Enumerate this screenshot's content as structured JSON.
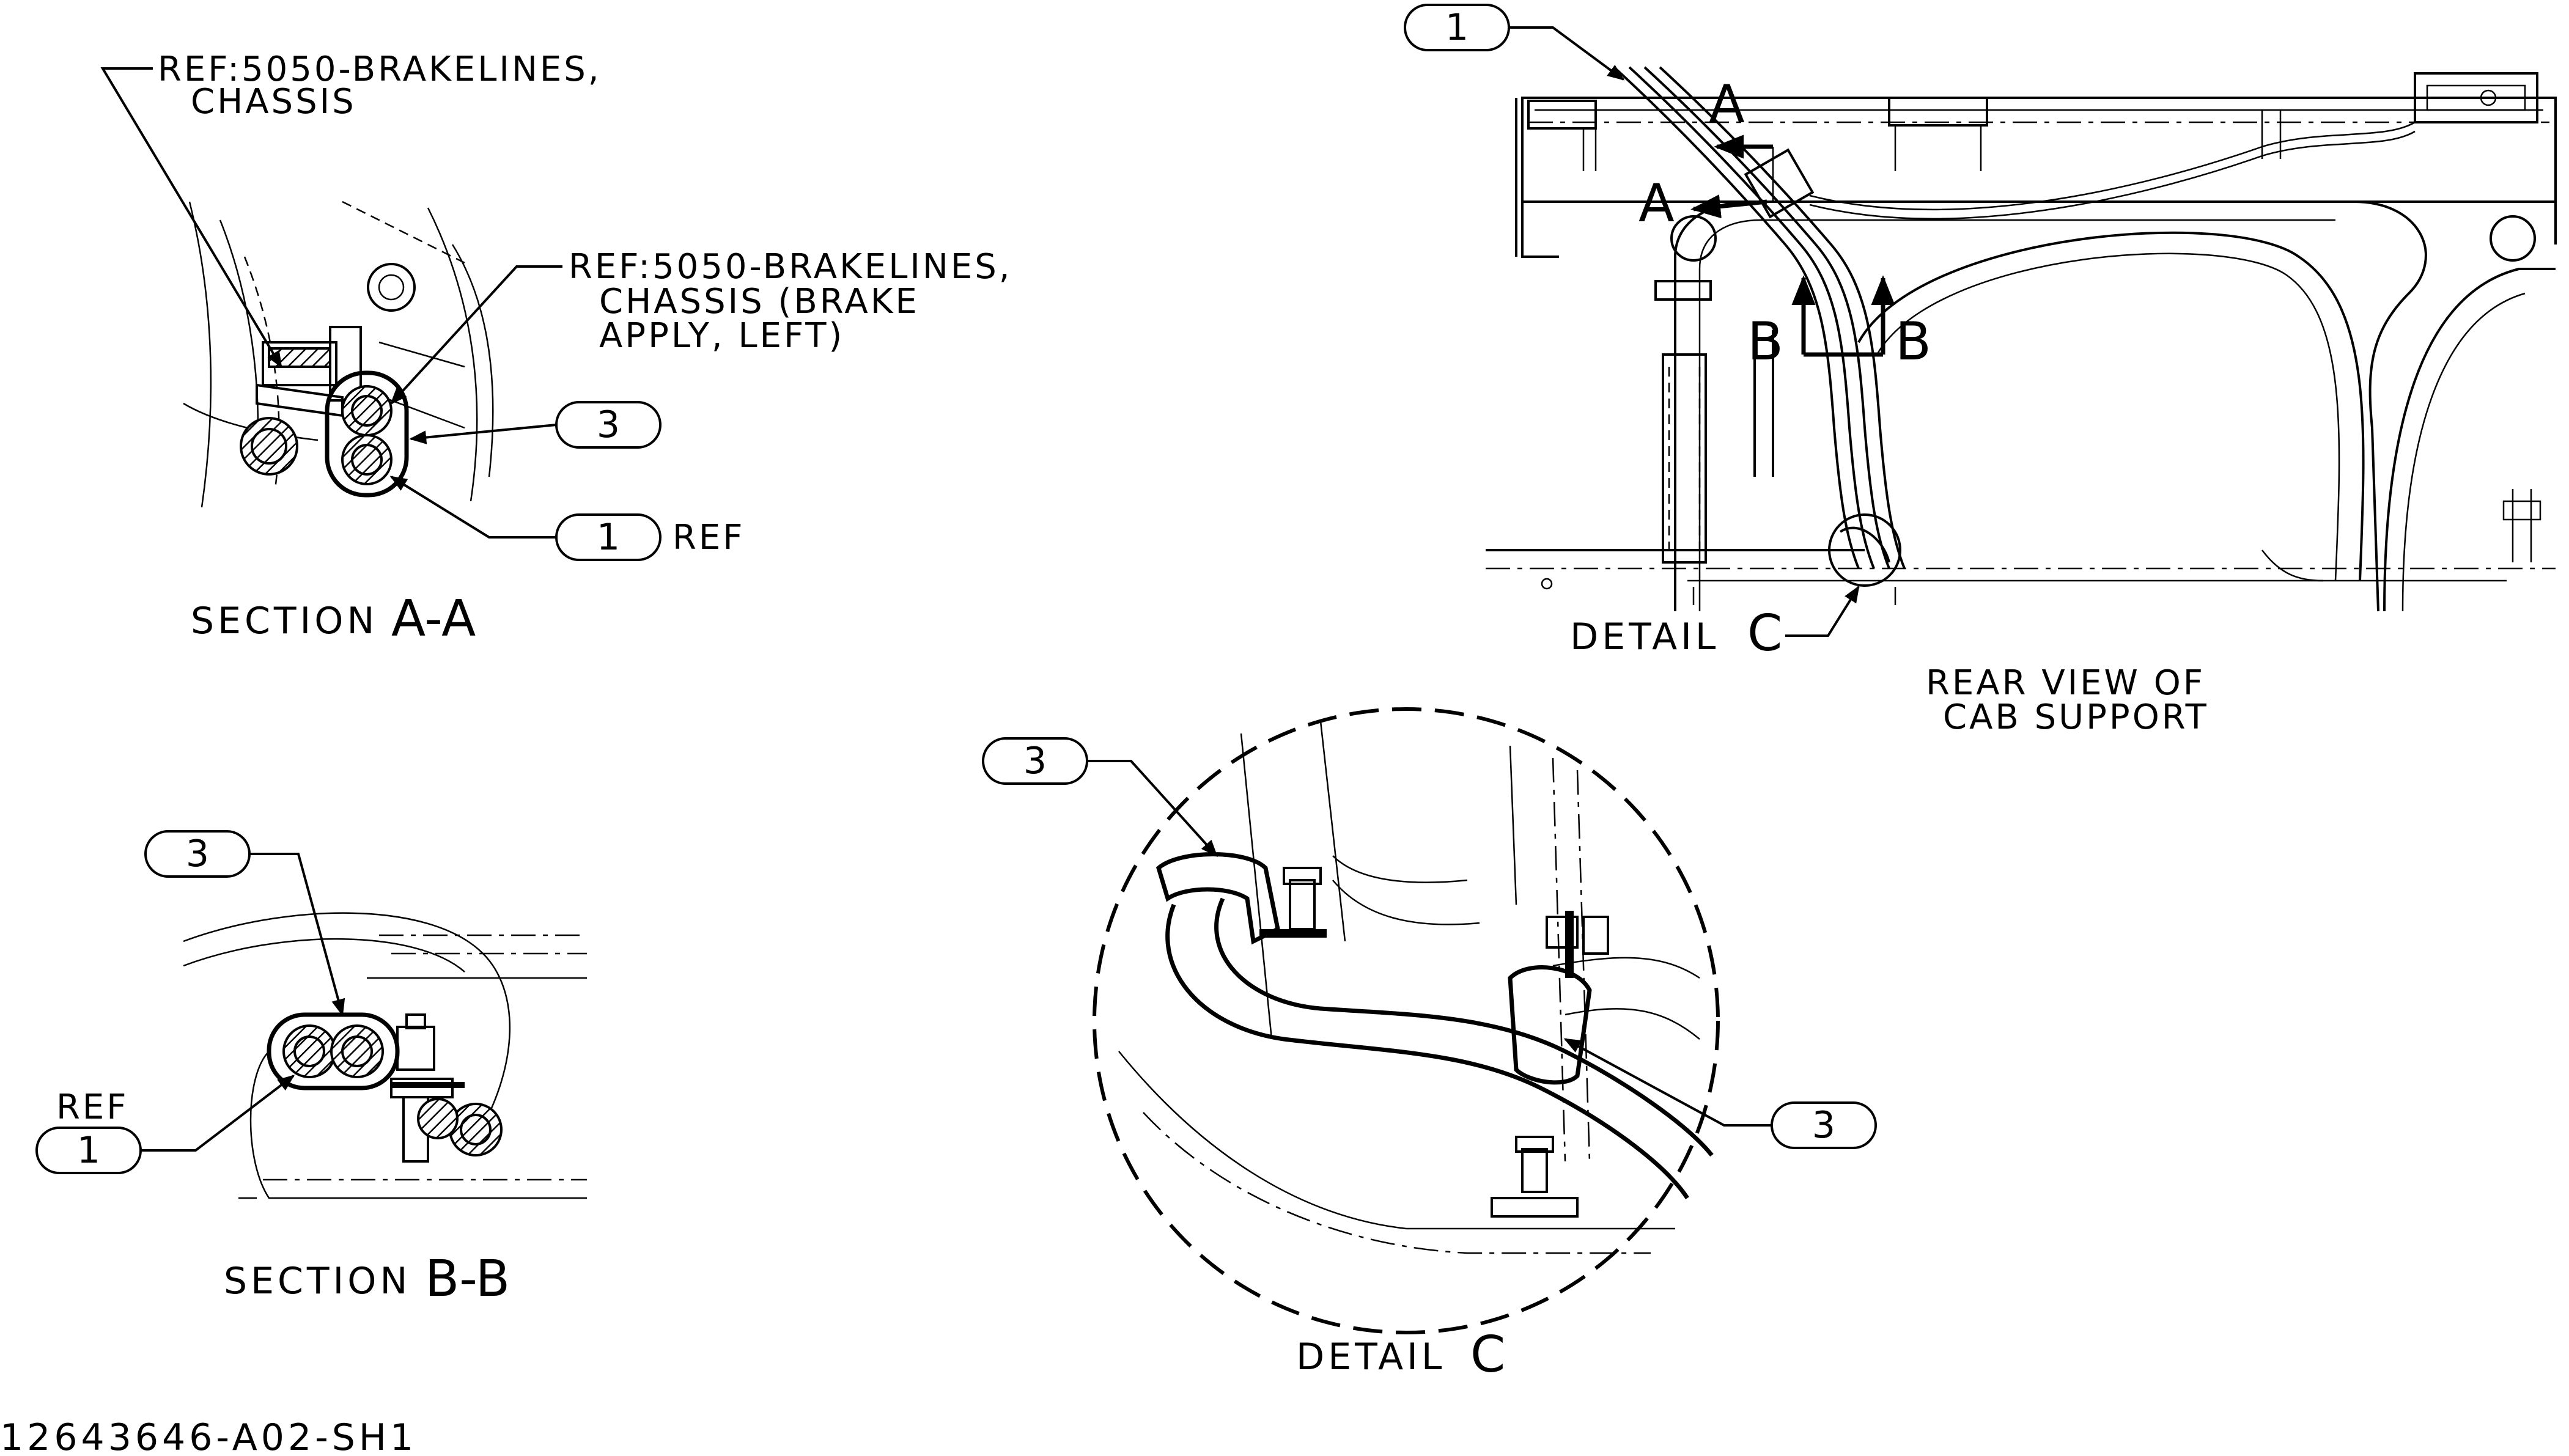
{
  "drawing_number": "12643646-A02-SH1",
  "section_aa": {
    "title_word": "SECTION",
    "title_letters": "A-A",
    "ref_top_line1": "REF:5050-BRAKELINES,",
    "ref_top_line2": "CHASSIS",
    "ref_mid_line1": "REF:5050-BRAKELINES,",
    "ref_mid_line2": "CHASSIS (BRAKE",
    "ref_mid_line3": "APPLY, LEFT)",
    "balloon_3": "3",
    "balloon_1": "1",
    "balloon_1_suffix": "REF"
  },
  "section_bb": {
    "title_word": "SECTION",
    "title_letters": "B-B",
    "balloon_3": "3",
    "balloon_1": "1",
    "ref_label": "REF"
  },
  "rear_view": {
    "balloon_1": "1",
    "cut_a_top": "A",
    "cut_a_left": "A",
    "cut_b_left": "B",
    "cut_b_right": "B",
    "detail_word": "DETAIL",
    "detail_letter": "C",
    "caption_line1": "REAR VIEW OF",
    "caption_line2": "CAB SUPPORT"
  },
  "detail_c": {
    "balloon_3_top": "3",
    "balloon_3_right": "3",
    "title_word": "DETAIL",
    "title_letter": "C"
  }
}
